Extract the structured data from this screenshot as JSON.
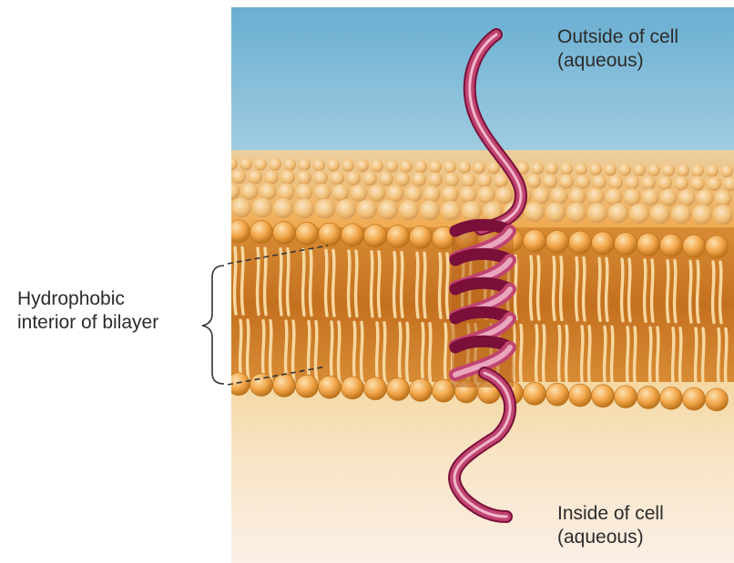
{
  "labels": {
    "outside_line1": "Outside of cell",
    "outside_line2": "(aqueous)",
    "inside_line1": "Inside of cell",
    "inside_line2": "(aqueous)",
    "hydrophobic_line1": "Hydrophobic",
    "hydrophobic_line2": "interior of bilayer"
  },
  "colors": {
    "background": "#ffffff",
    "sky_top": "#6aaed2",
    "sky_bottom": "#c4dfe6",
    "cytoplasm_top": "#f3d69a",
    "cytoplasm_bottom": "#fbf0e6",
    "lipid_head": "#f2a64a",
    "lipid_head_dark": "#b86f18",
    "lipid_head_light": "#fde1ae",
    "lipid_tail": "#c87526",
    "lipid_tail_light": "#f7d79f",
    "helix_main": "#c04470",
    "helix_light": "#f1b7cc",
    "helix_dark": "#7a0f3a",
    "bracket": "#333333"
  }
}
